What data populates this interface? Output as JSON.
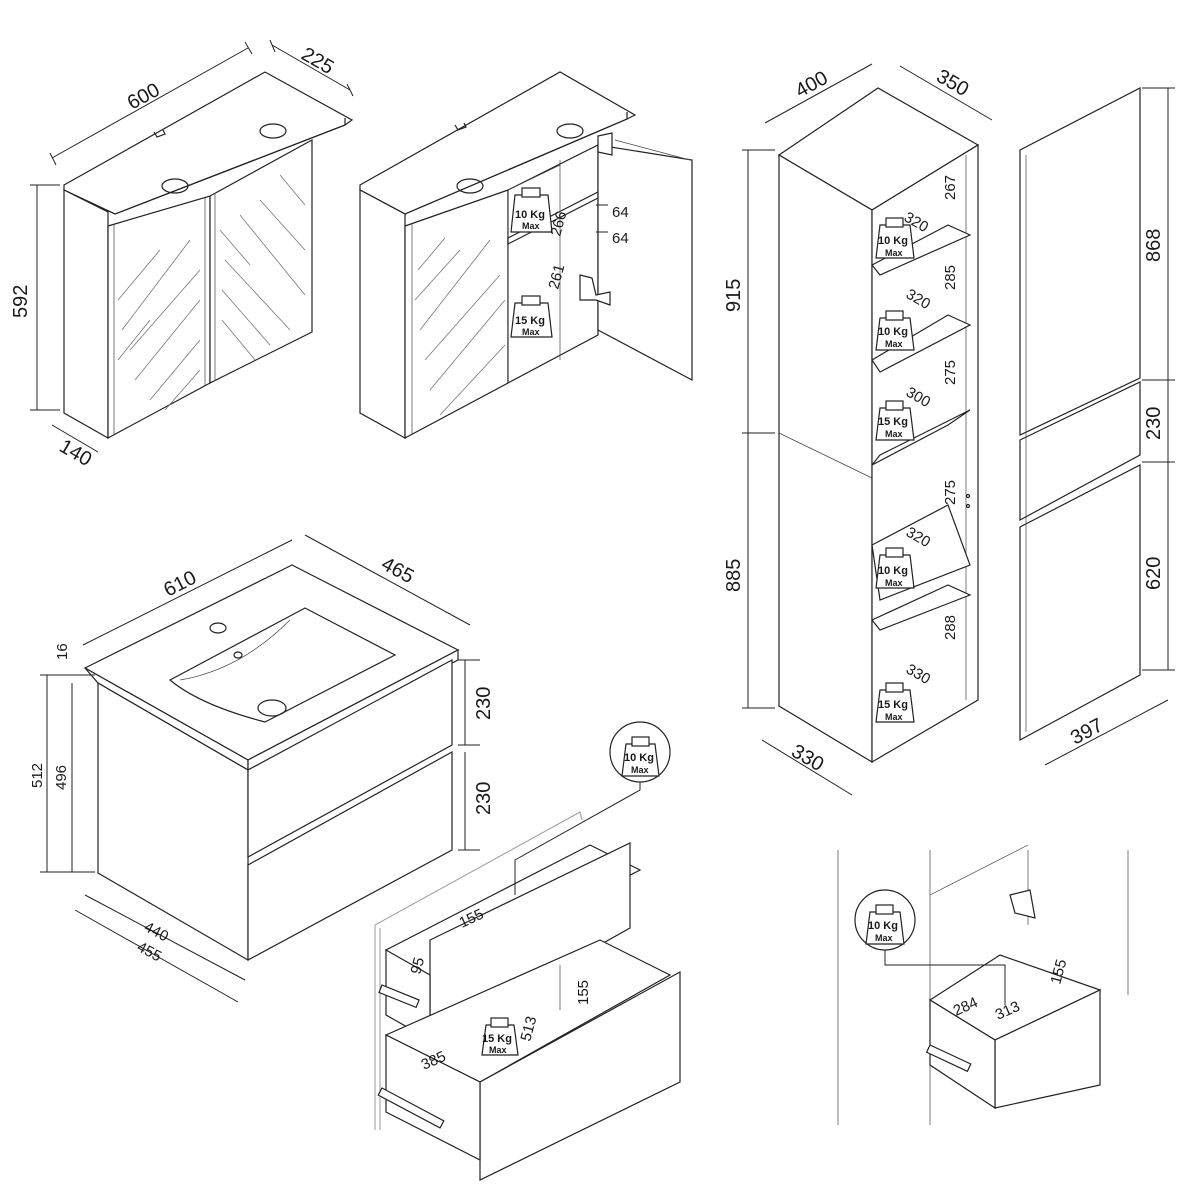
{
  "mirror_cabinet": {
    "width": "600",
    "depth": "225",
    "height": "592",
    "base_depth": "140"
  },
  "open_cabinet": {
    "shelf_top_height": "266",
    "shelf_bottom_height": "261",
    "hinge_offset_top": "64",
    "hinge_offset_bottom": "64",
    "weight_top": "10 Kg",
    "weight_bottom": "15 Kg",
    "max_label": "Max"
  },
  "tall_cabinet": {
    "width": "400",
    "depth": "350",
    "upper_height": "915",
    "lower_height": "885",
    "bottom_depth": "330",
    "shelves": [
      {
        "height": "267",
        "depth": "320",
        "weight": "10 Kg"
      },
      {
        "height": "285",
        "depth": "320",
        "weight": "10 Kg"
      },
      {
        "height": "275",
        "depth": "300",
        "weight": "15 Kg"
      },
      {
        "height": "275",
        "depth": "320",
        "weight": "10 Kg"
      },
      {
        "height": "288",
        "depth": "330",
        "weight": "15 Kg"
      }
    ],
    "max_label": "Max"
  },
  "tall_front": {
    "top_door": "868",
    "drawer": "230",
    "bottom_door": "620",
    "width": "397"
  },
  "vanity": {
    "width": "610",
    "depth": "465",
    "top_thickness": "16",
    "total_height": "512",
    "body_height": "496",
    "drawer_top": "230",
    "drawer_bottom": "230",
    "inner_width": "440",
    "outer_width": "455"
  },
  "drawers_open": {
    "weight_top": "10 Kg",
    "weight_bottom": "15 Kg",
    "max_label": "Max",
    "upper_depth": "155",
    "upper_height": "95",
    "lower_height": "155",
    "lower_width": "513",
    "lower_depth": "385"
  },
  "tall_drawer": {
    "weight": "10 Kg",
    "max_label": "Max",
    "width": "284",
    "depth": "313",
    "height": "155"
  }
}
